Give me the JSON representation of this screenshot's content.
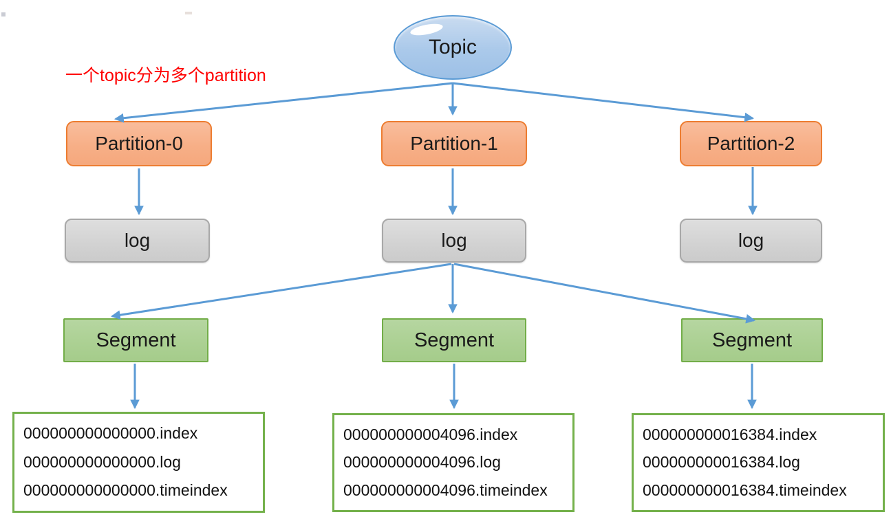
{
  "diagram": {
    "annotation": "一个topic分为多个partition",
    "topic": {
      "label": "Topic"
    },
    "partitions": [
      {
        "label": "Partition-0"
      },
      {
        "label": "Partition-1"
      },
      {
        "label": "Partition-2"
      }
    ],
    "logs": [
      {
        "label": "log"
      },
      {
        "label": "log"
      },
      {
        "label": "log"
      }
    ],
    "segments": [
      {
        "label": "Segment"
      },
      {
        "label": "Segment"
      },
      {
        "label": "Segment"
      }
    ],
    "file_lists": [
      {
        "files": [
          "000000000000000.index",
          "000000000000000.log",
          "000000000000000.timeindex"
        ]
      },
      {
        "files": [
          "000000000004096.index",
          "000000000004096.log",
          "000000000004096.timeindex"
        ]
      },
      {
        "files": [
          "000000000016384.index",
          "000000000016384.log",
          "000000000016384.timeindex"
        ]
      }
    ],
    "colors": {
      "arrow": "#5b9bd5",
      "topic_fill": "#aac9ea",
      "topic_border": "#5b9bd5",
      "partition_fill": "#f7af87",
      "partition_border": "#ed7d31",
      "log_fill": "#d2d2d2",
      "log_border": "#a8a8a8",
      "segment_fill": "#abd092",
      "segment_border": "#72ad48",
      "filebox_border": "#74b14b",
      "annotation_text": "#ff0000"
    }
  }
}
